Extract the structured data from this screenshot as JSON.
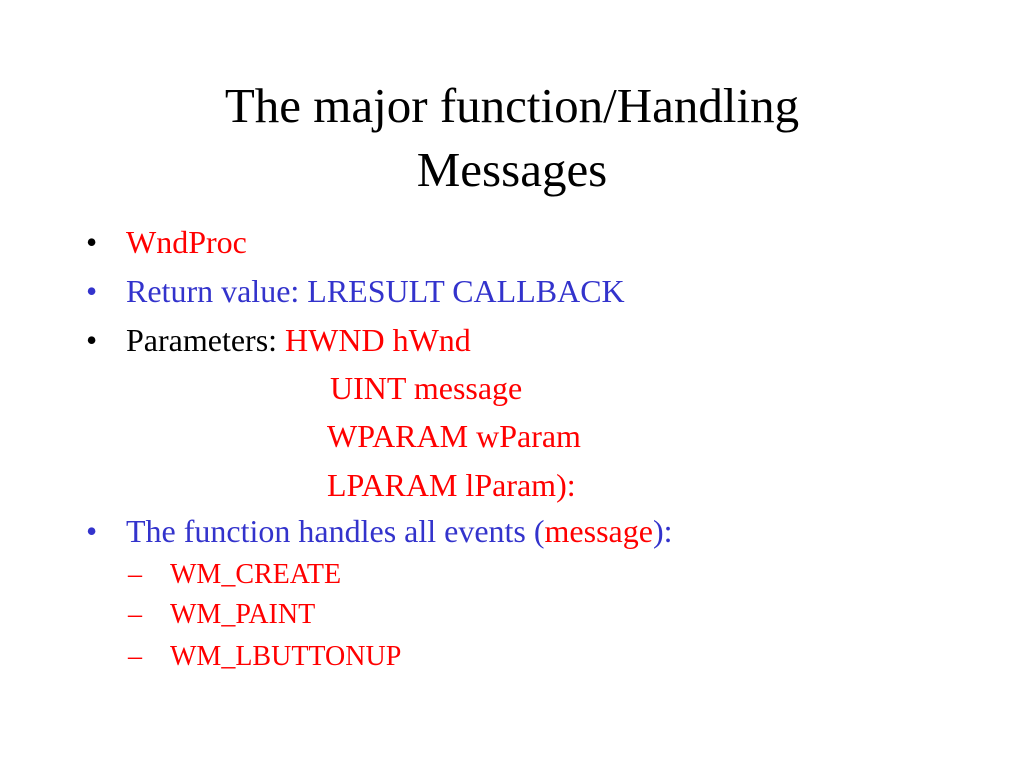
{
  "slide": {
    "title_line1": "The major function/Handling",
    "title_line2": "Messages",
    "bullet_glyph": "•",
    "dash_glyph": "–",
    "item1": {
      "text": "WndProc"
    },
    "item2": {
      "text": "Return value: LRESULT CALLBACK"
    },
    "item3": {
      "label": "Parameters: ",
      "value": "HWND hWnd"
    },
    "param2": "UINT message",
    "param3": "WPARAM wParam",
    "param4": "LPARAM lParam):",
    "item4": {
      "text_a": "The function handles all events (",
      "text_b": "message",
      "text_c": "):"
    },
    "sub_items": [
      "WM_CREATE",
      "WM_PAINT",
      "WM_LBUTTONUP"
    ],
    "colors": {
      "red": "#ff0000",
      "blue": "#3333cc",
      "black": "#000000"
    }
  }
}
